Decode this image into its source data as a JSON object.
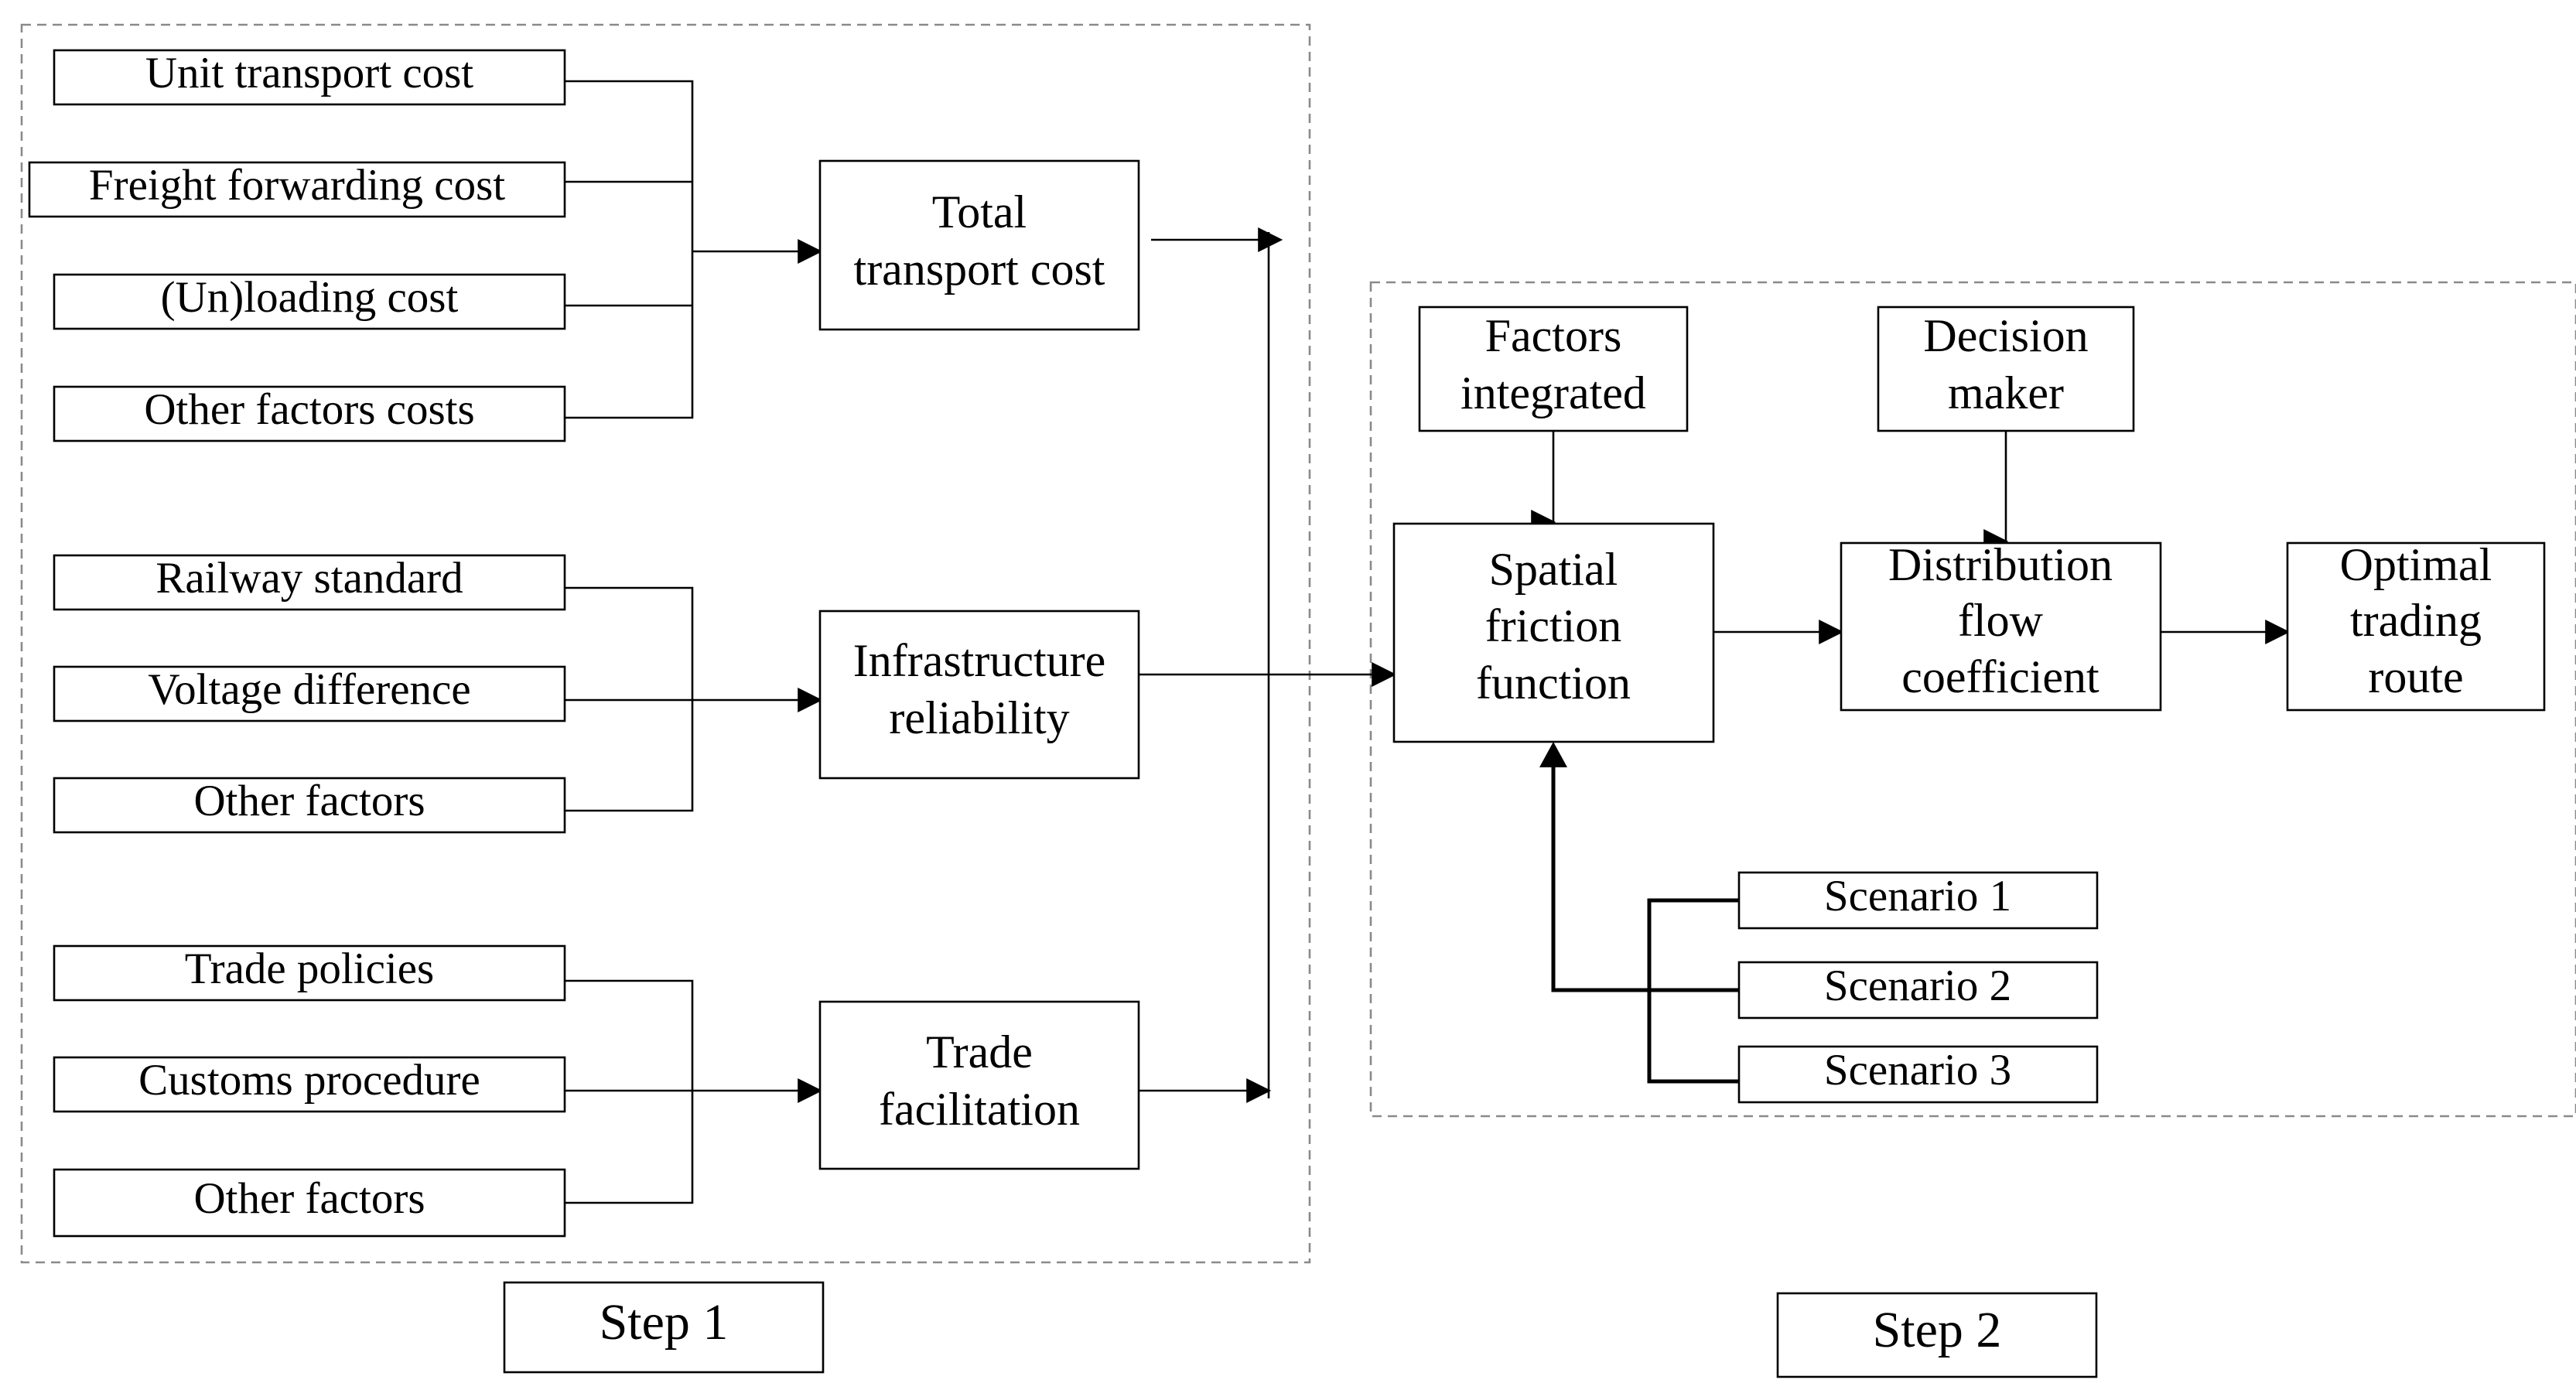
{
  "step1": {
    "label": "Step 1",
    "cost_group": {
      "inputs": [
        "Unit transport cost",
        "Freight forwarding cost",
        "(Un)loading cost",
        "Other factors costs"
      ],
      "output": [
        "Total",
        "transport cost"
      ]
    },
    "infra_group": {
      "inputs": [
        "Railway standard",
        "Voltage difference",
        "Other  factors"
      ],
      "output": [
        "Infrastructure",
        "reliability"
      ]
    },
    "trade_group": {
      "inputs": [
        "Trade policies",
        "Customs procedure",
        "Other factors"
      ],
      "output": [
        "Trade",
        "facilitation"
      ]
    }
  },
  "step2": {
    "label": "Step 2",
    "factors_integrated": [
      "Factors",
      "integrated"
    ],
    "decision_maker": [
      "Decision",
      "maker"
    ],
    "spatial_friction": [
      "Spatial",
      "friction",
      "function"
    ],
    "distribution_flow": [
      "Distribution",
      "flow",
      "coefficient"
    ],
    "optimal_route": [
      "Optimal",
      "trading",
      "route"
    ],
    "scenarios": [
      "Scenario 1",
      "Scenario 2",
      "Scenario 3"
    ]
  }
}
